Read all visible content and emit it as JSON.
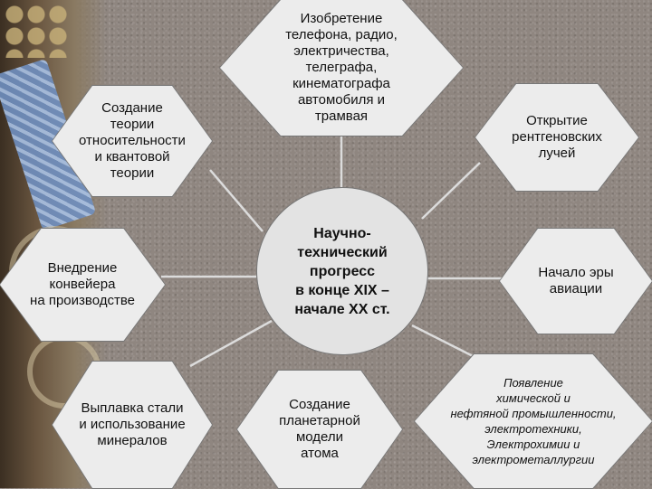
{
  "center": {
    "label": "Научно-\nтехнический\nпрогресс\nв конце XIX –\nначале XX ст."
  },
  "nodes": {
    "invention": "Изобретение\nтелефона, радио,\nэлектричества, телеграфа,\nкинематографа\nавтомобиля и\nтрамвая",
    "relativity": "Создание\nтеории\nотносительности\nи квантовой\nтеории",
    "xray": "Открытие\nрентгеновских\nлучей",
    "conveyor": "Внедрение\nконвейера\nна производстве",
    "aviation": "Начало эры\nавиации",
    "steel": "Выплавка стали\nи использование\nминералов",
    "atom": "Создание\nпланетарной\nмодели\nатома",
    "chemical": "Появление\nхимической и\nнефтяной промышленности,\nэлектротехники,\nЭлектрохимии и\nэлектрометаллургии"
  },
  "colors": {
    "hex_fill": "#ececec",
    "circle_fill": "#e3e3e3",
    "line": "#dcdcdc"
  }
}
